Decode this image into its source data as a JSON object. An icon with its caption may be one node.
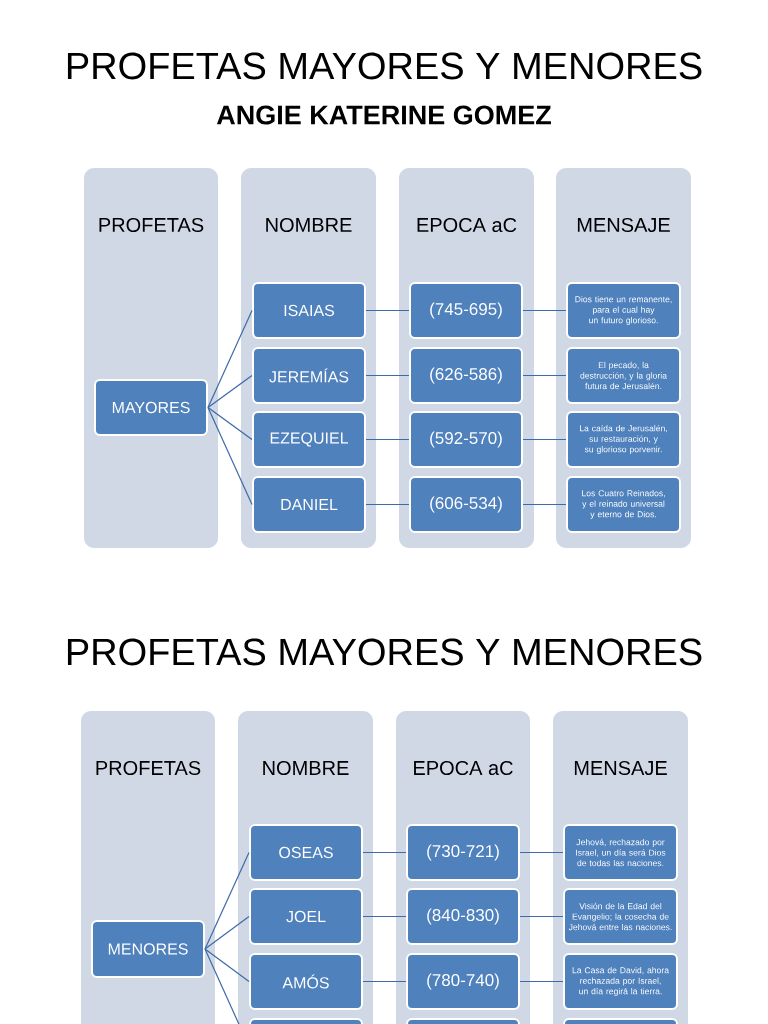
{
  "diagram": {
    "title": "PROFETAS MAYORES Y MENORES",
    "nodes": [
      {
        "text": [
          "PROFETAS"
        ]
      },
      {
        "text": [
          "NOMBRE"
        ]
      },
      {
        "text": [
          "EPOCA aC"
        ]
      },
      {
        "text": [
          "MENSAJE"
        ]
      },
      {
        "text": [
          "MAYORES"
        ],
        "in": 0
      },
      {
        "text": [
          "ISAIAS"
        ],
        "in": 1
      },
      {
        "text": [
          "JEREMÍAS"
        ],
        "in": 1
      },
      {
        "text": [
          "EZEQUIEL"
        ],
        "in": 1
      },
      {
        "text": [
          "DANIEL"
        ],
        "in": 1
      },
      {
        "text": [
          "(745-695)"
        ],
        "in": 2
      },
      {
        "text": [
          "(626-586)"
        ],
        "in": 2
      },
      {
        "text": [
          "(592-570)"
        ],
        "in": 2
      },
      {
        "text": [
          "(606-534)"
        ],
        "in": 2
      },
      {
        "text": [
          "Dios tiene un remanente, para el cual hay un futuro glorioso."
        ],
        "in": 3
      },
      {
        "text": [
          "El pecado, la destrucción, y la gloria futura de Jerusalén."
        ],
        "in": 3
      },
      {
        "text": [
          "La caída de Jerusalén, su restauración, y su glorioso porvenir."
        ],
        "in": 3
      },
      {
        "text": [
          "Los Cuatro Reinados, y el reinado universal y eterno de Dios."
        ],
        "in": 3
      },
      {
        "text": [
          "PROFETAS"
        ]
      },
      {
        "text": [
          "NOMBRE"
        ]
      },
      {
        "text": [
          "EPOCA aC"
        ]
      },
      {
        "text": [
          "MENSAJE"
        ]
      },
      {
        "text": [
          "MENORES"
        ],
        "in": 17
      },
      {
        "text": [
          "OSEAS"
        ],
        "in": 18
      },
      {
        "text": [
          "JOEL"
        ],
        "in": 18
      },
      {
        "text": [
          "AMÓS"
        ],
        "in": 18
      },
      {
        "text": [],
        "shape": "box",
        "in": 18
      },
      {
        "text": [
          "(730-721)"
        ],
        "in": 19
      },
      {
        "text": [
          "(840-830)"
        ],
        "in": 19
      },
      {
        "text": [
          "(780-740)"
        ],
        "in": 19
      },
      {
        "text": [],
        "shape": "box",
        "in": 19
      },
      {
        "text": [
          "Jehová, rechazado por Israel, un día será Dios de todas las naciones."
        ],
        "in": 20
      },
      {
        "text": [
          "Visión de la Edad del Evangelio; la cosecha de Jehová entre las naciones."
        ],
        "in": 20
      },
      {
        "text": [
          "La Casa de David, ahora rechazada por Israel, un día regirá la tierra."
        ],
        "in": 20
      },
      {
        "text": [],
        "shape": "box",
        "in": 20
      }
    ],
    "edges": [
      {
        "from": 4,
        "to": 5,
        "arrow": "none"
      },
      {
        "from": 4,
        "to": 6,
        "arrow": "none"
      },
      {
        "from": 4,
        "to": 7,
        "arrow": "none"
      },
      {
        "from": 4,
        "to": 8,
        "arrow": "none"
      },
      {
        "from": 5,
        "to": 9,
        "arrow": "none"
      },
      {
        "from": 6,
        "to": 10,
        "arrow": "none"
      },
      {
        "from": 7,
        "to": 11,
        "arrow": "none"
      },
      {
        "from": 8,
        "to": 12,
        "arrow": "none"
      },
      {
        "from": 9,
        "to": 13,
        "arrow": "none"
      },
      {
        "from": 10,
        "to": 14,
        "arrow": "none"
      },
      {
        "from": 11,
        "to": 15,
        "arrow": "none"
      },
      {
        "from": 12,
        "to": 16,
        "arrow": "none"
      },
      {
        "from": 21,
        "to": 22,
        "arrow": "none"
      },
      {
        "from": 21,
        "to": 23,
        "arrow": "none"
      },
      {
        "from": 21,
        "to": 24,
        "arrow": "none"
      },
      {
        "from": 21,
        "to": 25,
        "arrow": "none"
      },
      {
        "from": 22,
        "to": 26,
        "arrow": "none"
      },
      {
        "from": 23,
        "to": 27,
        "arrow": "none"
      },
      {
        "from": 24,
        "to": 28,
        "arrow": "none"
      },
      {
        "from": 26,
        "to": 30,
        "arrow": "none"
      },
      {
        "from": 27,
        "to": 31,
        "arrow": "none"
      },
      {
        "from": 28,
        "to": 32,
        "arrow": "none"
      }
    ],
    "labels": [
      "ANGIE KATERINE GOMEZ",
      "PROFETAS MAYORES Y MENORES"
    ]
  }
}
